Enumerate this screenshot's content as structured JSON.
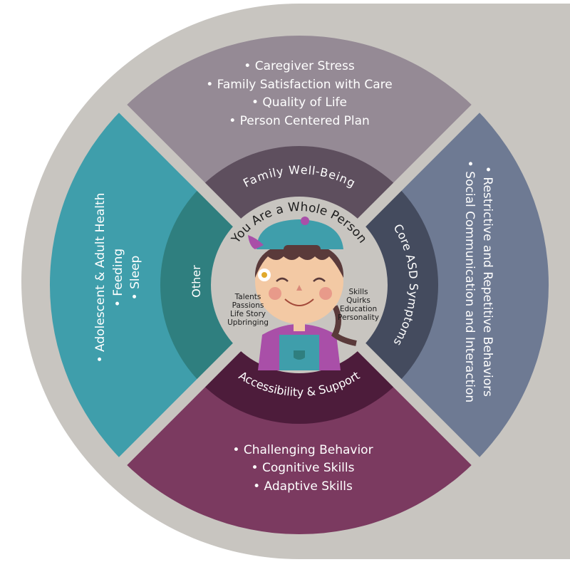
{
  "center": {
    "title": "You Are a Whole Person",
    "left_list": [
      "Talents",
      "Passions",
      "Life Story",
      "Upbringing"
    ],
    "right_list": [
      "Skills",
      "Quirks",
      "Education",
      "Personality"
    ]
  },
  "inner_ring": {
    "top": "Family Well-Being",
    "right": "Core ASD Symptoms",
    "bottom": "Accessibility & Support",
    "left": "Other"
  },
  "outer_ring": {
    "top": [
      "• Caregiver Stress",
      "• Family Satisfaction with Care",
      "• Quality of Life",
      "• Person Centered Plan"
    ],
    "right": [
      "• Restrictive and Repetitive Behaviors",
      "• Social Communication and Interaction"
    ],
    "bottom": [
      "• Challenging Behavior",
      "• Cognitive Skills",
      "• Adaptive Skills"
    ],
    "left": [
      "• Adolescent & Adult Health",
      "• Feeding",
      "• Sleep"
    ]
  },
  "colors": {
    "background": "#c8c5c0",
    "top": "#958a95",
    "top_inner": "#5e4f5e",
    "right": "#6e7a93",
    "right_inner": "#444b5e",
    "bottom": "#7b3a60",
    "bottom_inner": "#4d1c3b",
    "left": "#3f9eab",
    "left_inner": "#2f7f7f"
  }
}
